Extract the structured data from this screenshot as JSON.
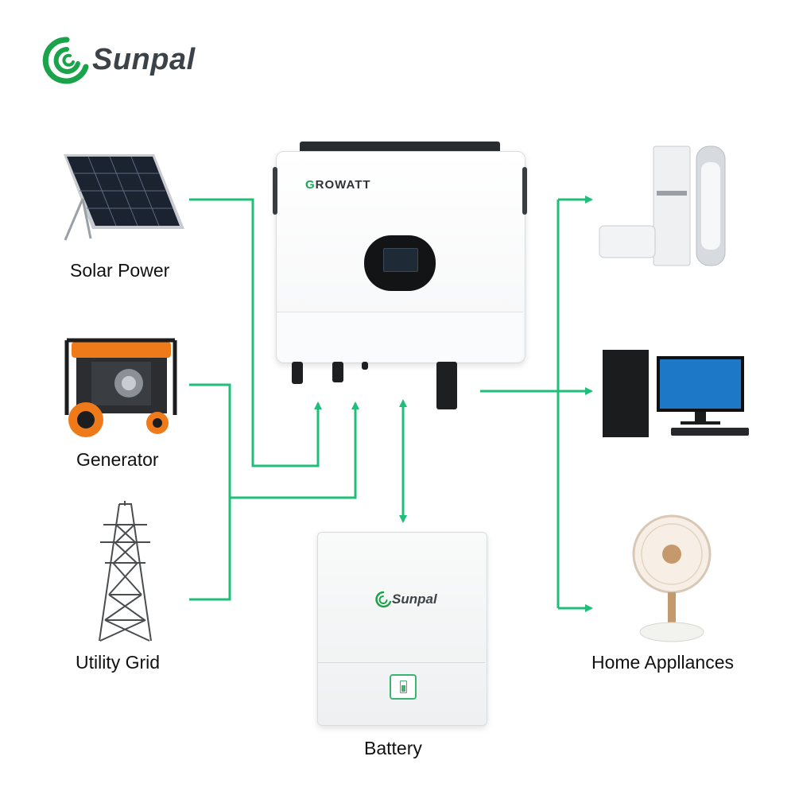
{
  "brand": {
    "name": "Sunpal",
    "colors": {
      "accent": "#1fbf7a",
      "logo_green": "#1aa34a",
      "text": "#3c4348"
    }
  },
  "sources": [
    {
      "id": "solar",
      "label": "Solar Power",
      "icon": "solar-panel-icon"
    },
    {
      "id": "generator",
      "label": "Generator",
      "icon": "generator-icon"
    },
    {
      "id": "grid",
      "label": "Utility Grid",
      "icon": "power-tower-icon"
    }
  ],
  "inverter": {
    "brand": "GROWATT",
    "icon": "inverter-icon"
  },
  "battery": {
    "label": "Battery",
    "brand": "Sunpal",
    "icon": "battery-icon"
  },
  "loads": {
    "label": "Home Appllances",
    "items": [
      {
        "id": "air-conditioner",
        "icon": "air-conditioner-icon"
      },
      {
        "id": "computer",
        "icon": "computer-icon"
      },
      {
        "id": "fan",
        "icon": "fan-icon"
      }
    ]
  }
}
